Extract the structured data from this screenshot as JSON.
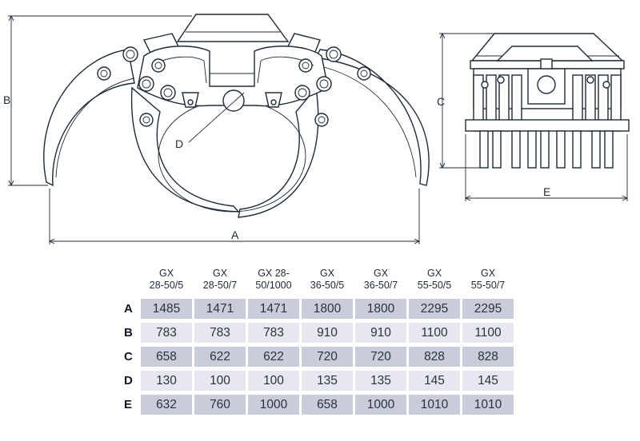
{
  "drawing": {
    "labels": {
      "a": "A",
      "b": "B",
      "c": "C",
      "d": "D",
      "e": "E"
    }
  },
  "table": {
    "columns": [
      "GX 28-50/5",
      "GX 28-50/7",
      "GX 28-50/1000",
      "GX 36-50/5",
      "GX 36-50/7",
      "GX 55-50/5",
      "GX 55-50/7"
    ],
    "column_lines": [
      [
        "GX",
        "28-50/5"
      ],
      [
        "GX",
        "28-50/7"
      ],
      [
        "GX 28-",
        "50/1000"
      ],
      [
        "GX",
        "36-50/5"
      ],
      [
        "GX",
        "36-50/7"
      ],
      [
        "GX",
        "55-50/5"
      ],
      [
        "GX",
        "55-50/7"
      ]
    ],
    "rows": [
      {
        "label": "A",
        "values": [
          "1485",
          "1471",
          "1471",
          "1800",
          "1800",
          "2295",
          "2295"
        ]
      },
      {
        "label": "B",
        "values": [
          "783",
          "783",
          "783",
          "910",
          "910",
          "1100",
          "1100"
        ]
      },
      {
        "label": "C",
        "values": [
          "658",
          "622",
          "622",
          "720",
          "720",
          "828",
          "828"
        ]
      },
      {
        "label": "D",
        "values": [
          "130",
          "100",
          "100",
          "135",
          "135",
          "145",
          "145"
        ]
      },
      {
        "label": "E",
        "values": [
          "632",
          "760",
          "1000",
          "658",
          "1000",
          "1010",
          "1010"
        ]
      }
    ]
  }
}
